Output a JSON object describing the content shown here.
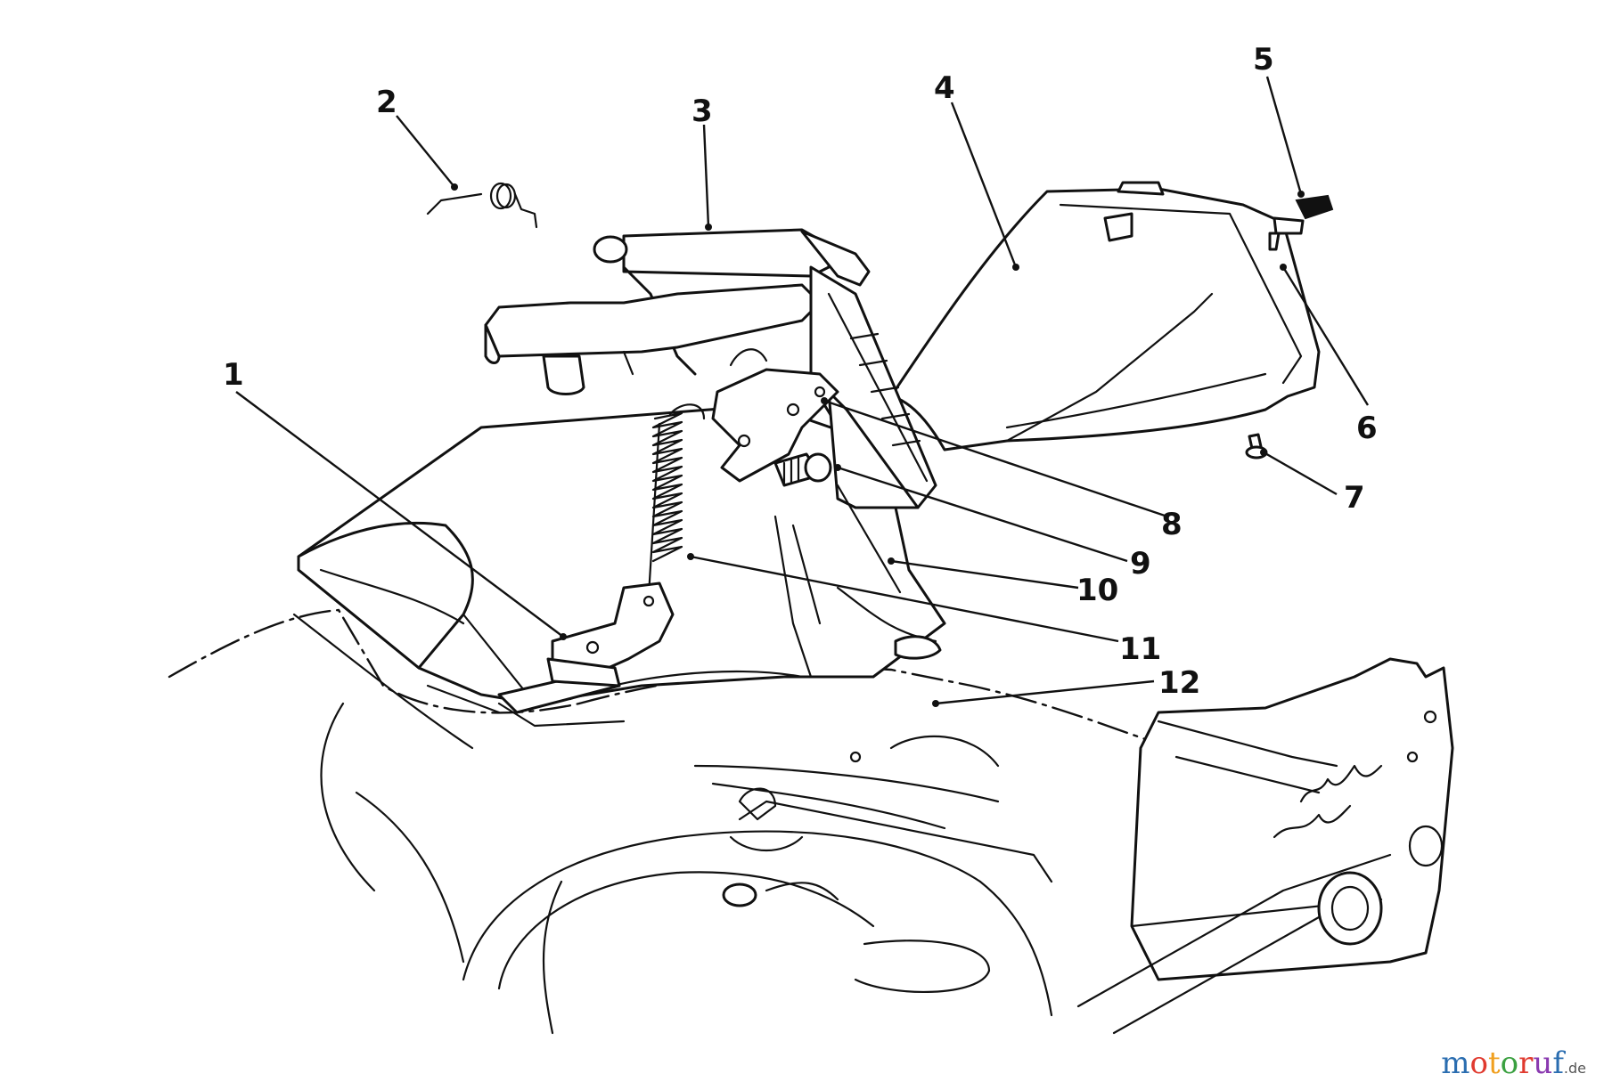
{
  "diagram": {
    "callouts": [
      {
        "id": "1",
        "label": "1"
      },
      {
        "id": "2",
        "label": "2"
      },
      {
        "id": "3",
        "label": "3"
      },
      {
        "id": "4",
        "label": "4"
      },
      {
        "id": "5",
        "label": "5"
      },
      {
        "id": "6",
        "label": "6"
      },
      {
        "id": "7",
        "label": "7"
      },
      {
        "id": "8",
        "label": "8"
      },
      {
        "id": "9",
        "label": "9"
      },
      {
        "id": "10",
        "label": "10"
      },
      {
        "id": "11",
        "label": "11"
      },
      {
        "id": "12",
        "label": "12"
      }
    ]
  },
  "watermark": {
    "letters": [
      "m",
      "o",
      "t",
      "o",
      "r",
      "u",
      "f"
    ],
    "suffix": ".de",
    "colors": [
      "#2a6db0",
      "#e03a2f",
      "#f0a020",
      "#3aa040",
      "#8a3ab0"
    ]
  }
}
